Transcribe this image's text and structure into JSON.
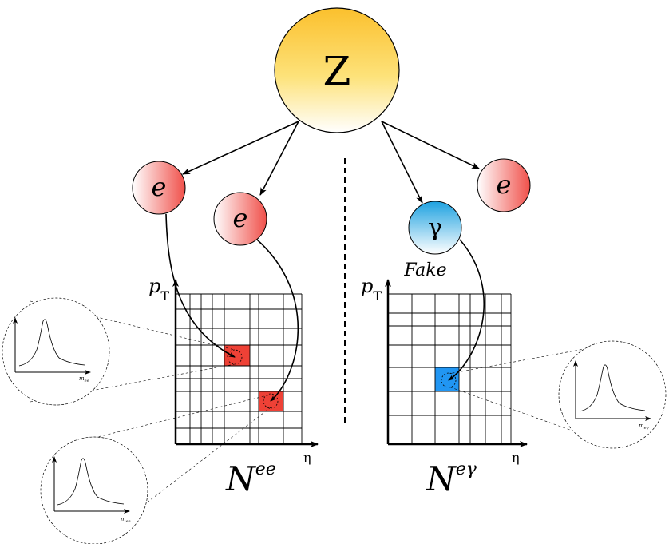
{
  "nodes": {
    "z": {
      "label": "Z"
    },
    "electron_left_1": {
      "label": "e"
    },
    "electron_left_2": {
      "label": "e"
    },
    "photon": {
      "label": "γ",
      "annotation": "Fake"
    },
    "electron_right": {
      "label": "e"
    }
  },
  "left_panel": {
    "y_axis": {
      "main": "p",
      "sub": "T"
    },
    "x_axis": "η",
    "count_label": {
      "main": "N",
      "sup": "ee"
    },
    "inset_top_xlabel": {
      "main": "m",
      "sub": "ee"
    },
    "inset_bottom_xlabel": {
      "main": "m",
      "sub": "ee"
    }
  },
  "right_panel": {
    "y_axis": {
      "main": "p",
      "sub": "T"
    },
    "x_axis": "η",
    "count_label": {
      "main": "N",
      "sup": "eγ"
    },
    "inset_xlabel": {
      "main": "m",
      "sub": "eγ"
    }
  },
  "colors": {
    "z_top": "#fbc02d",
    "z_bottom": "#ffffff",
    "electron": "#f0504a",
    "photon": "#1da1e0",
    "cell_red": "#ee4136",
    "cell_blue": "#2196f3",
    "line": "#000000"
  }
}
